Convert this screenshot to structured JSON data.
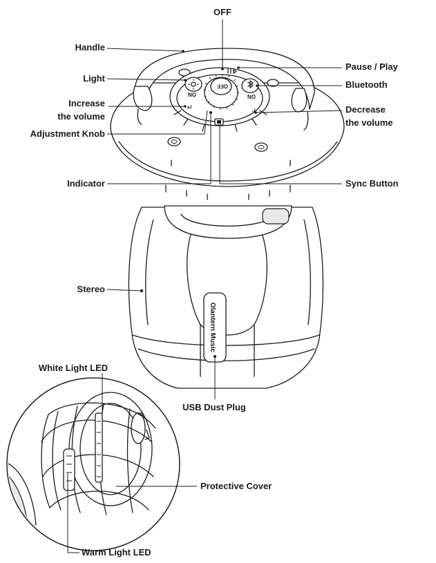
{
  "labels": {
    "off": "OFF",
    "handle": "Handle",
    "pause_play": "Pause / Play",
    "light": "Light",
    "bluetooth": "Bluetooth",
    "increase_line1": "Increase",
    "increase_line2": "the volume",
    "decrease_line1": "Decrease",
    "decrease_line2": "the volume",
    "adjustment_knob": "Adjustment Knob",
    "indicator": "Indicator",
    "sync_button": "Sync Button",
    "stereo": "Stereo",
    "usb_dust_plug": "USB Dust Plug",
    "white_light_led": "White Light LED",
    "protective_cover": "Protective Cover",
    "warm_light_led": "Warm Light LED"
  },
  "product": {
    "brand_text": "Olantern Music"
  },
  "knob": {
    "off_text": "OFF",
    "on_text_left": "ON",
    "on_text_right": "ON",
    "plus_text": "+/",
    "minus_text": "-/"
  },
  "colors": {
    "line": "#1a1a1a",
    "background": "#ffffff",
    "shade": "#e9e9e9"
  }
}
